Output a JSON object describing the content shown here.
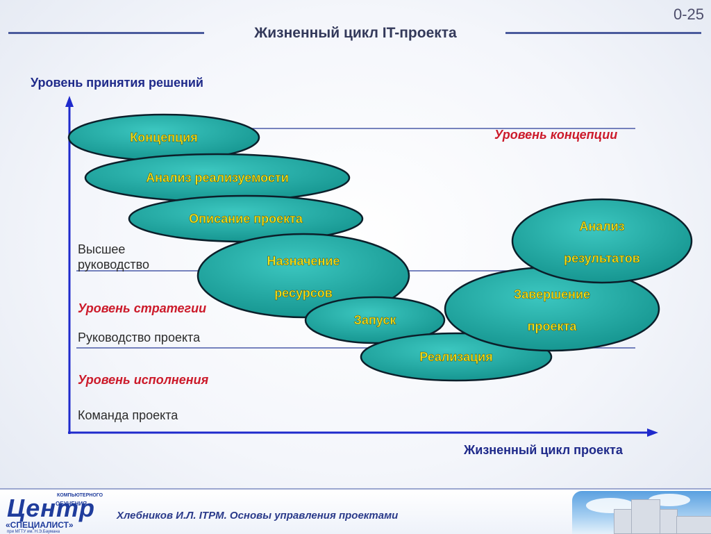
{
  "slide_number": "0-25",
  "title": "Жизненный цикл IT-проекта",
  "y_axis_label": "Уровень принятия решений",
  "x_axis_label": "Жизненный цикл проекта",
  "levels": {
    "concept": "Уровень концепции",
    "top_management": "Высшее руководство",
    "strategy": "Уровень стратегии",
    "project_management": "Руководство проекта",
    "execution": "Уровень исполнения",
    "project_team": "Команда проекта"
  },
  "phases": [
    {
      "lines": [
        "Концепция"
      ]
    },
    {
      "lines": [
        "Анализ реализуемости"
      ]
    },
    {
      "lines": [
        "Описание проекта"
      ]
    },
    {
      "lines": [
        "Назначение",
        "ресурсов"
      ]
    },
    {
      "lines": [
        "Запуск"
      ]
    },
    {
      "lines": [
        "Реализация"
      ]
    },
    {
      "lines": [
        "Завершение",
        "проекта"
      ]
    },
    {
      "lines": [
        "Анализ",
        "результатов"
      ]
    }
  ],
  "colors": {
    "ellipse_fill": "#1aa8a2",
    "ellipse_stroke": "#0b1f2a",
    "phase_text": "#f5e21a",
    "axis": "#1f2acc",
    "red_level": "#cc1a2a"
  },
  "footer": {
    "author_text": "Хлебников И.Л.   ITPM. Основы управления проектами",
    "logo_main": "Центр",
    "logo_top": "КОМПЬЮТЕРНОГО",
    "logo_mid": "ОБУЧЕНИЯ",
    "logo_sub": "«СПЕЦИАЛИСТ»",
    "logo_small": "при МГТУ им. Н.Э.Баумана"
  }
}
